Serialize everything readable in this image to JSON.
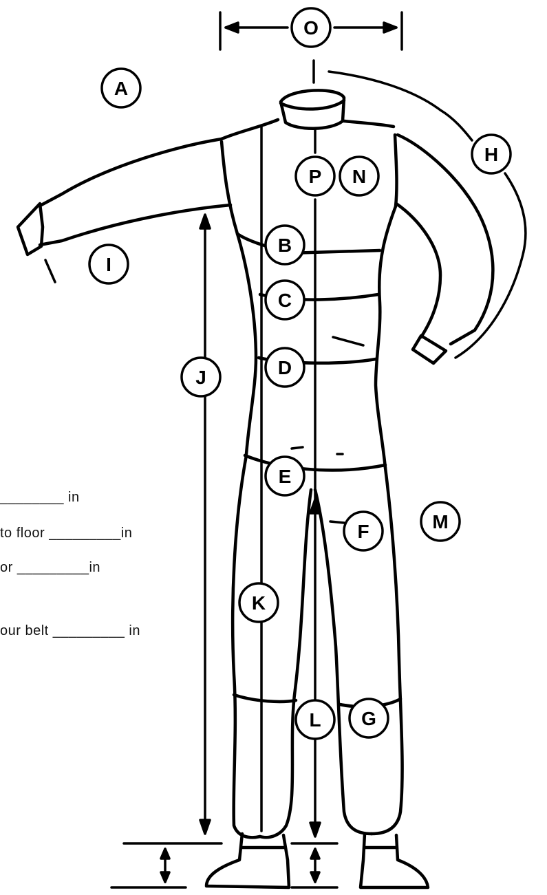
{
  "diagram": {
    "callouts": [
      "O",
      "A",
      "H",
      "P",
      "N",
      "B",
      "I",
      "C",
      "J",
      "D",
      "E",
      "M",
      "F",
      "K",
      "L",
      "G"
    ]
  },
  "measurement_form": {
    "lines": [
      "________ in",
      "to floor _________in",
      "or _________in",
      "our belt _________ in"
    ]
  }
}
